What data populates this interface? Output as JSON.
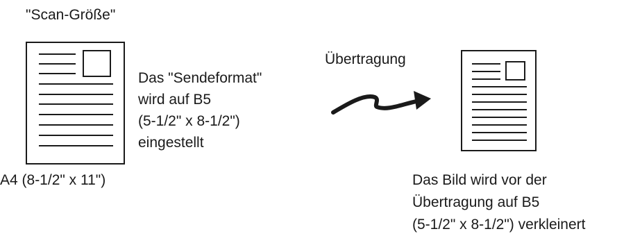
{
  "scan_size_label": "\"Scan-Größe\"",
  "original": {
    "size_label": "A4 (8-1/2\" x 11\")"
  },
  "send_format_note": [
    "Das \"Sendeformat\"",
    "wird auf B5",
    "(5-1/2\" x 8-1/2\")",
    "eingestellt"
  ],
  "transmission_label": "Übertragung",
  "result_note": [
    "Das Bild wird vor der",
    "Übertragung auf B5",
    "(5-1/2\" x 8-1/2\") verkleinert"
  ],
  "icons": {
    "original_document": "document-icon",
    "transmission_arrow": "wavy-arrow-icon",
    "received_document": "document-icon"
  }
}
